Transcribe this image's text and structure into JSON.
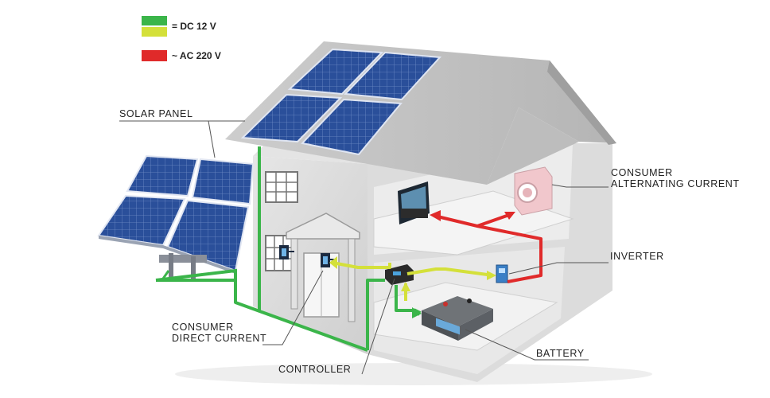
{
  "legend": [
    {
      "key": "dc",
      "label": "= DC 12 V",
      "colors": [
        "#3bb54a",
        "#d4e03a"
      ]
    },
    {
      "key": "ac",
      "label": "~ AC 220 V",
      "colors": [
        "#e02a2a"
      ]
    }
  ],
  "labels": {
    "solar_panel": "SOLAR PANEL",
    "consumer_ac_line1": "CONSUMER",
    "consumer_ac_line2": "ALTERNATING CURRENT",
    "inverter": "INVERTER",
    "battery": "BATTERY",
    "consumer_dc_line1": "CONSUMER",
    "consumer_dc_line2": "DIRECT CURRENT",
    "controller": "CONTROLLER"
  },
  "colors": {
    "dc_green": "#3bb54a",
    "dc_yellow": "#d4e03a",
    "ac_red": "#e02a2a",
    "wall": "#d9d9d9",
    "roof": "#c4c4c4",
    "panel": "#2a4f9a"
  }
}
